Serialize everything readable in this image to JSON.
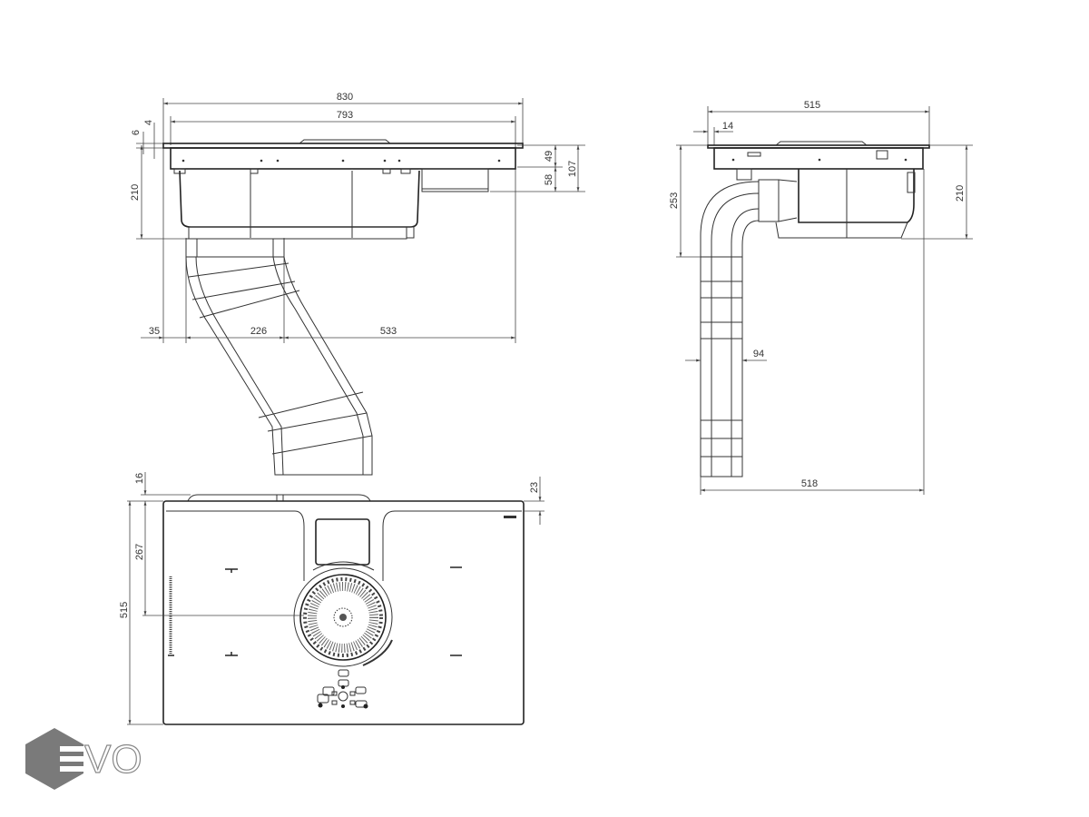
{
  "title": "Hob with integrated downdraft extractor – dimension drawing",
  "front_view": {
    "dims": {
      "overall_width": "830",
      "cutout_width": "793",
      "glass_thickness": "6",
      "frame_offset": "4",
      "total_depth": "210",
      "body_height": "49",
      "box_height": "58",
      "box_total": "107",
      "left_offset": "35",
      "duct_width": "226",
      "right_offset": "533"
    }
  },
  "side_view": {
    "dims": {
      "depth": "515",
      "edge": "14",
      "duct_depth": "253",
      "body_depth": "210",
      "duct_thickness": "94",
      "overall_depth": "518"
    }
  },
  "plan_view": {
    "dims": {
      "rear_protrusion": "16",
      "front_edge": "23",
      "fan_center": "267",
      "depth": "515"
    }
  },
  "logo": {
    "text": "EVO",
    "color": "#7a7a7a"
  }
}
